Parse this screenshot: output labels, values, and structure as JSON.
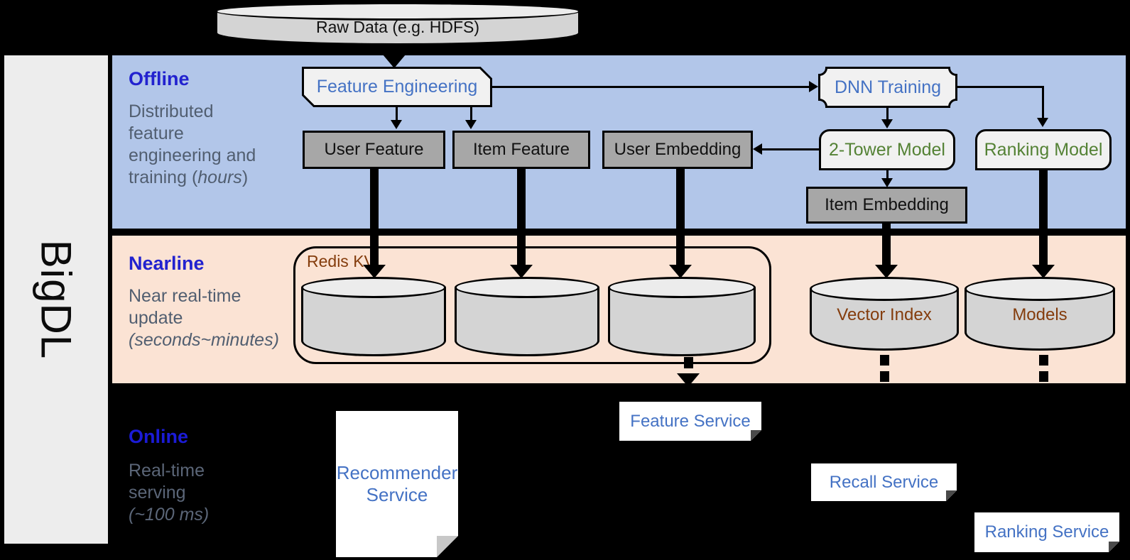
{
  "brand": "BigDL",
  "raw_data_label": "Raw Data (e.g. HDFS)",
  "sections": {
    "offline": {
      "title": "Offline",
      "desc": "Distributed\nfeature\nengineering and",
      "tail_prefix": "training (",
      "tail_italic": "hours",
      "tail_suffix": ")"
    },
    "nearline": {
      "title": "Nearline",
      "desc": "Near real-time\nupdate",
      "tail_italic": "(seconds~minutes)"
    },
    "online": {
      "title": "Online",
      "desc": "Real-time\nserving",
      "tail_italic": "(~100 ms)"
    }
  },
  "nodes": {
    "feature_engineering": "Feature Engineering",
    "dnn_training": "DNN Training",
    "user_feature": "User Feature",
    "item_feature": "Item Feature",
    "user_embedding": "User Embedding",
    "two_tower_model": "2-Tower Model",
    "ranking_model": "Ranking Model",
    "item_embedding": "Item Embedding",
    "redis_kv": "Redis KV",
    "vector_index": "Vector Index",
    "models": "Models"
  },
  "services": {
    "recommender": "Recommender\nService",
    "feature": "Feature Service",
    "recall": "Recall Service",
    "ranking": "Ranking Service"
  },
  "colors": {
    "band_offline": "#b2c6e9",
    "band_nearline": "#fbe3d4",
    "band_online": "#000000",
    "sidebar": "#ededed",
    "node_dark": "#a7a7a7",
    "node_light": "#f1f1f1",
    "title_blue": "#2222cf",
    "label_blue": "#4472c4",
    "label_green": "#548235",
    "label_brown": "#843c0c",
    "desc_gray": "#515e70"
  }
}
